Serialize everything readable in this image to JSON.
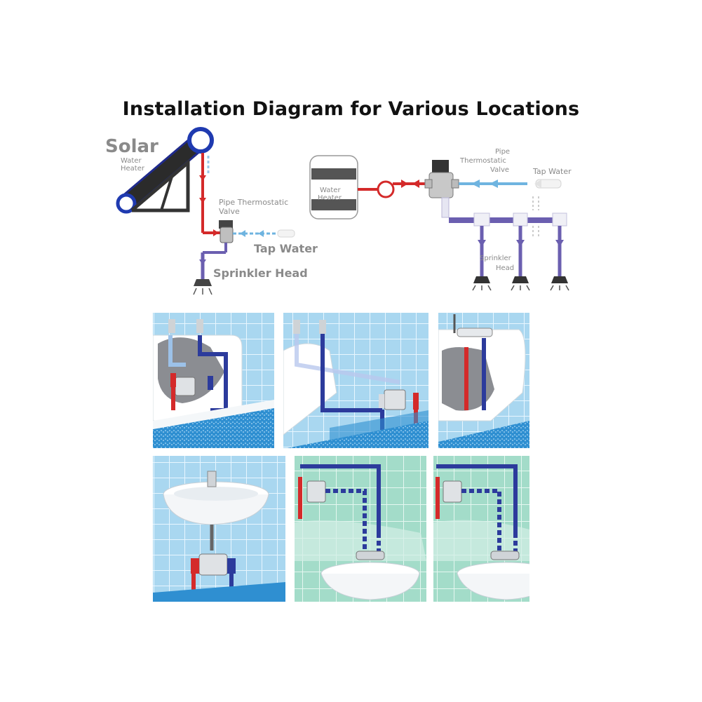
{
  "title": "Installation Diagram for Various Locations",
  "solar_diagram": {
    "solar_label": "Solar",
    "water_heater_label_1": "Water",
    "water_heater_label_2": "Heater",
    "valve_label_1": "Pipe Thermostatic",
    "valve_label_2": "Valve",
    "tap_water_label": "Tap Water",
    "sprinkler_label": "Sprinkler Head"
  },
  "heater_diagram": {
    "water_heater_label_1": "Water",
    "water_heater_label_2": "Heater",
    "valve_label_1": "Pipe",
    "valve_label_2": "Thermostatic",
    "valve_label_3": "Valve",
    "tap_water_label": "Tap Water",
    "sprinkler_label_1": "Sprinkler",
    "sprinkler_label_2": "Head"
  },
  "colors": {
    "hot_pipe": "#d42a2a",
    "cold_pipe": "#2c3b9c",
    "drain_pipe": "#6b5fb0",
    "tap_water": "#6fb4e0",
    "tile_blue": "#a9d7f0",
    "tile_green": "#a3dcc9",
    "bath_water": "#2f8fd1"
  },
  "scenes": [
    {
      "name": "bathtub-faucet-scene"
    },
    {
      "name": "bathtub-wall-scene"
    },
    {
      "name": "shower-scene"
    },
    {
      "name": "wash-basin-scene"
    },
    {
      "name": "basin-green-tile-scene"
    },
    {
      "name": "basin-green-tile-scene-2"
    }
  ]
}
